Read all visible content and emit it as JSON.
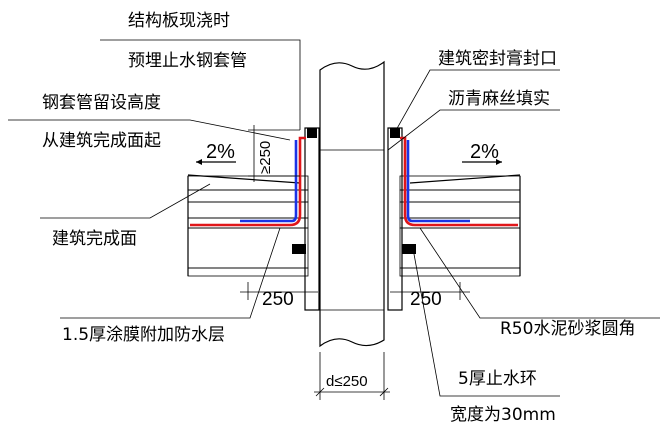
{
  "labels": {
    "slab_cast": "结构板现浇时",
    "pre_embed": "预埋止水钢套管",
    "sleeve_height": "钢套管留设高度",
    "from_finish": "从建筑完成面起",
    "finish_surface": "建筑完成面",
    "coating": "1.5厚涂膜附加防水层",
    "sealant": "建筑密封膏封口",
    "asphalt_hemp": "沥青麻丝填实",
    "cement_fillet": "R50水泥砂浆圆角",
    "water_ring": "5厚止水环",
    "width": "宽度为30mm"
  },
  "dims": {
    "sleeve_h": "≥250",
    "left_w": "250",
    "right_w": "250",
    "pipe_d": "d≤250",
    "slope_left": "2%",
    "slope_right": "2%"
  },
  "colors": {
    "membrane_red": "#e0161a",
    "membrane_blue": "#1a33e6"
  }
}
